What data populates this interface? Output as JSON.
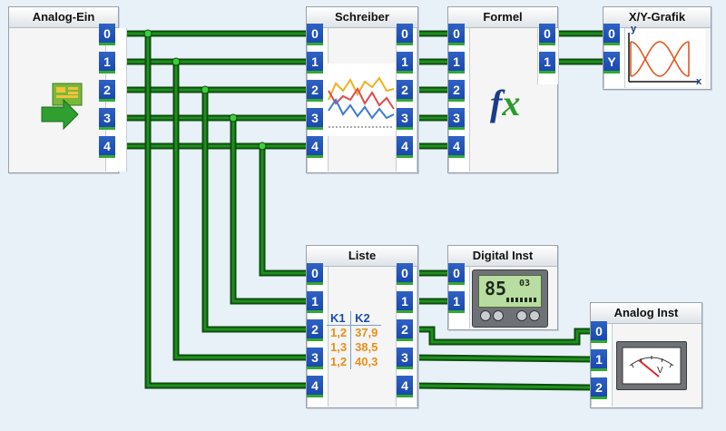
{
  "blocks": {
    "analog_ein": {
      "title": "Analog-Ein",
      "outputs": [
        "0",
        "1",
        "2",
        "3",
        "4"
      ]
    },
    "schreiber": {
      "title": "Schreiber",
      "inputs": [
        "0",
        "1",
        "2",
        "3",
        "4"
      ],
      "outputs": [
        "0",
        "1",
        "2",
        "3",
        "4"
      ]
    },
    "formel": {
      "title": "Formel",
      "inputs": [
        "0",
        "1",
        "2",
        "3",
        "4"
      ],
      "outputs": [
        "0",
        "1"
      ],
      "symbol": "fx"
    },
    "xy_grafik": {
      "title": "X/Y-Grafik",
      "inputs": [
        "0",
        "Y"
      ],
      "axis_y": "y",
      "axis_x": "x"
    },
    "liste": {
      "title": "Liste",
      "inputs": [
        "0",
        "1",
        "2",
        "3",
        "4"
      ],
      "outputs": [
        "0",
        "1",
        "2",
        "3",
        "4"
      ],
      "headers": [
        "K1",
        "K2"
      ],
      "rows": [
        [
          "1,2",
          "37,9"
        ],
        [
          "1,3",
          "38,5"
        ],
        [
          "1,2",
          "40,3"
        ]
      ]
    },
    "digital_inst": {
      "title": "Digital Inst",
      "inputs": [
        "0",
        "1"
      ],
      "display_main": "85",
      "display_small": "03"
    },
    "analog_inst": {
      "title": "Analog Inst",
      "inputs": [
        "0",
        "1",
        "2"
      ],
      "unit": "V"
    }
  },
  "colors": {
    "wire": "#1f8f1f",
    "wire_dark": "#0c4d0c",
    "port": "#1a48b0",
    "liste_values": "#e8901a",
    "liste_headers": "#1b4ea8"
  }
}
